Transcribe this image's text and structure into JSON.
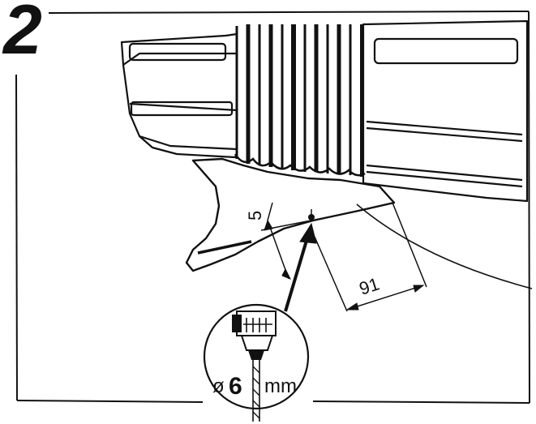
{
  "figure": {
    "step_number": "2",
    "dimension_edge_distance": "5",
    "dimension_length": "91",
    "drill_diameter_symbol": "ø",
    "drill_diameter_value": "6",
    "drill_diameter_unit": "mm"
  },
  "icons": {
    "drill_chuck": "drill-chuck-icon",
    "drill_point": "drill-point-marker"
  },
  "colors": {
    "line": "#111111",
    "background": "#ffffff"
  }
}
